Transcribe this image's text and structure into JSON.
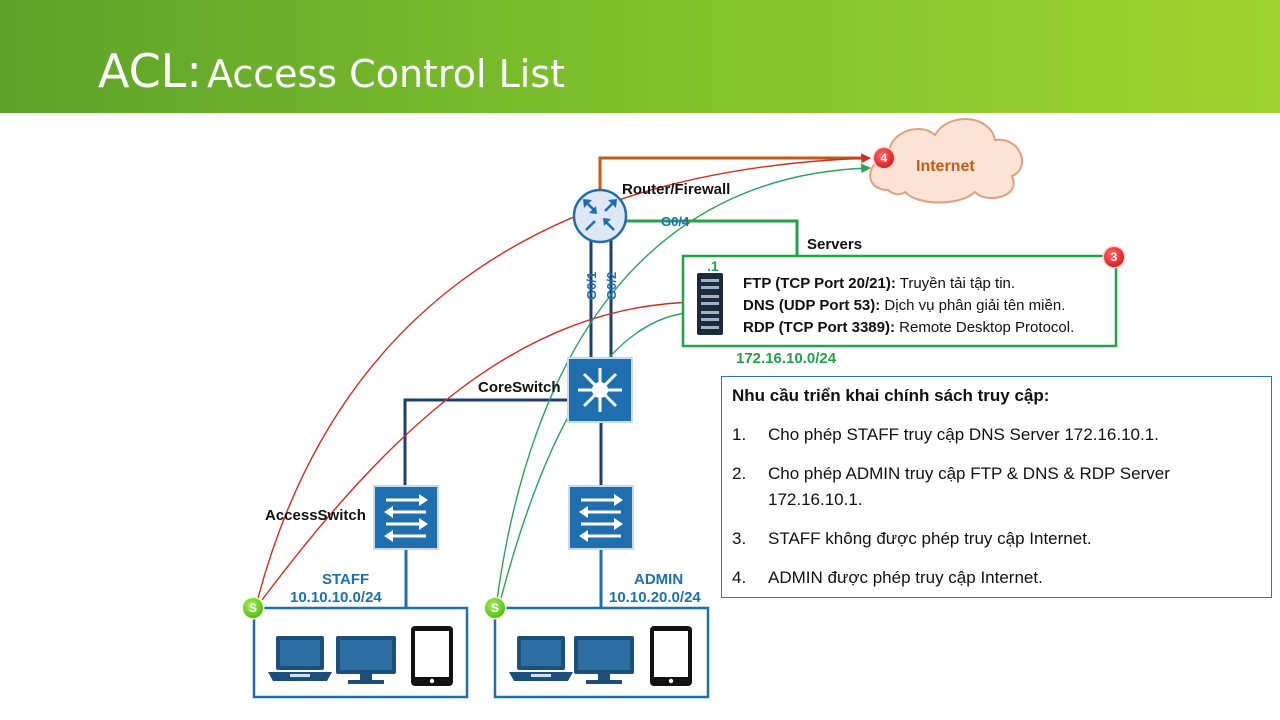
{
  "slide": {
    "title_main": "ACL:",
    "title_sub": "Access Control List",
    "theme_color": "#76b82a"
  },
  "devices": {
    "router": "Router/Firewall",
    "core_switch": "CoreSwitch",
    "access_switch": "AccessSwitch",
    "internet": "Internet",
    "servers": "Servers"
  },
  "interfaces": {
    "g04": "G0/4",
    "g01": "G0/1",
    "g02": "G0/2"
  },
  "server_block": {
    "host_id": ".1",
    "subnet": "172.16.10.0/24",
    "services": [
      {
        "name": "FTP (TCP Port 20/21):",
        "desc": "Truyền tải tập tin."
      },
      {
        "name": "DNS (UDP Port 53):",
        "desc": "Dịch vụ phân giải tên miền."
      },
      {
        "name": "RDP (TCP Port 3389):",
        "desc": "Remote Desktop Protocol."
      }
    ]
  },
  "vlans": {
    "staff_name": "STAFF",
    "staff_subnet": "10.10.10.0/24",
    "admin_name": "ADMIN",
    "admin_subnet": "10.10.20.0/24"
  },
  "badges": {
    "internet": "4",
    "servers": "3",
    "staff": "S",
    "admin": "S"
  },
  "requirements": {
    "heading": "Nhu cầu triển khai chính sách truy cập:",
    "items": [
      {
        "num": "1.",
        "text": "Cho phép STAFF truy cập DNS Server 172.16.10.1."
      },
      {
        "num": "2.",
        "text": "Cho phép ADMIN truy cập FTP & DNS & RDP Server 172.16.10.1."
      },
      {
        "num": "3.",
        "text": "STAFF không được phép truy cập Internet."
      },
      {
        "num": "4.",
        "text": "ADMIN được phép truy cập Internet."
      }
    ]
  },
  "colors": {
    "link": "#1f3f6b",
    "device_blue": "#1f6fae",
    "server_border": "#22a04a",
    "staff_flow": "#d62a1f",
    "admin_flow": "#2aa35a",
    "wan_link": "#c55a11"
  }
}
